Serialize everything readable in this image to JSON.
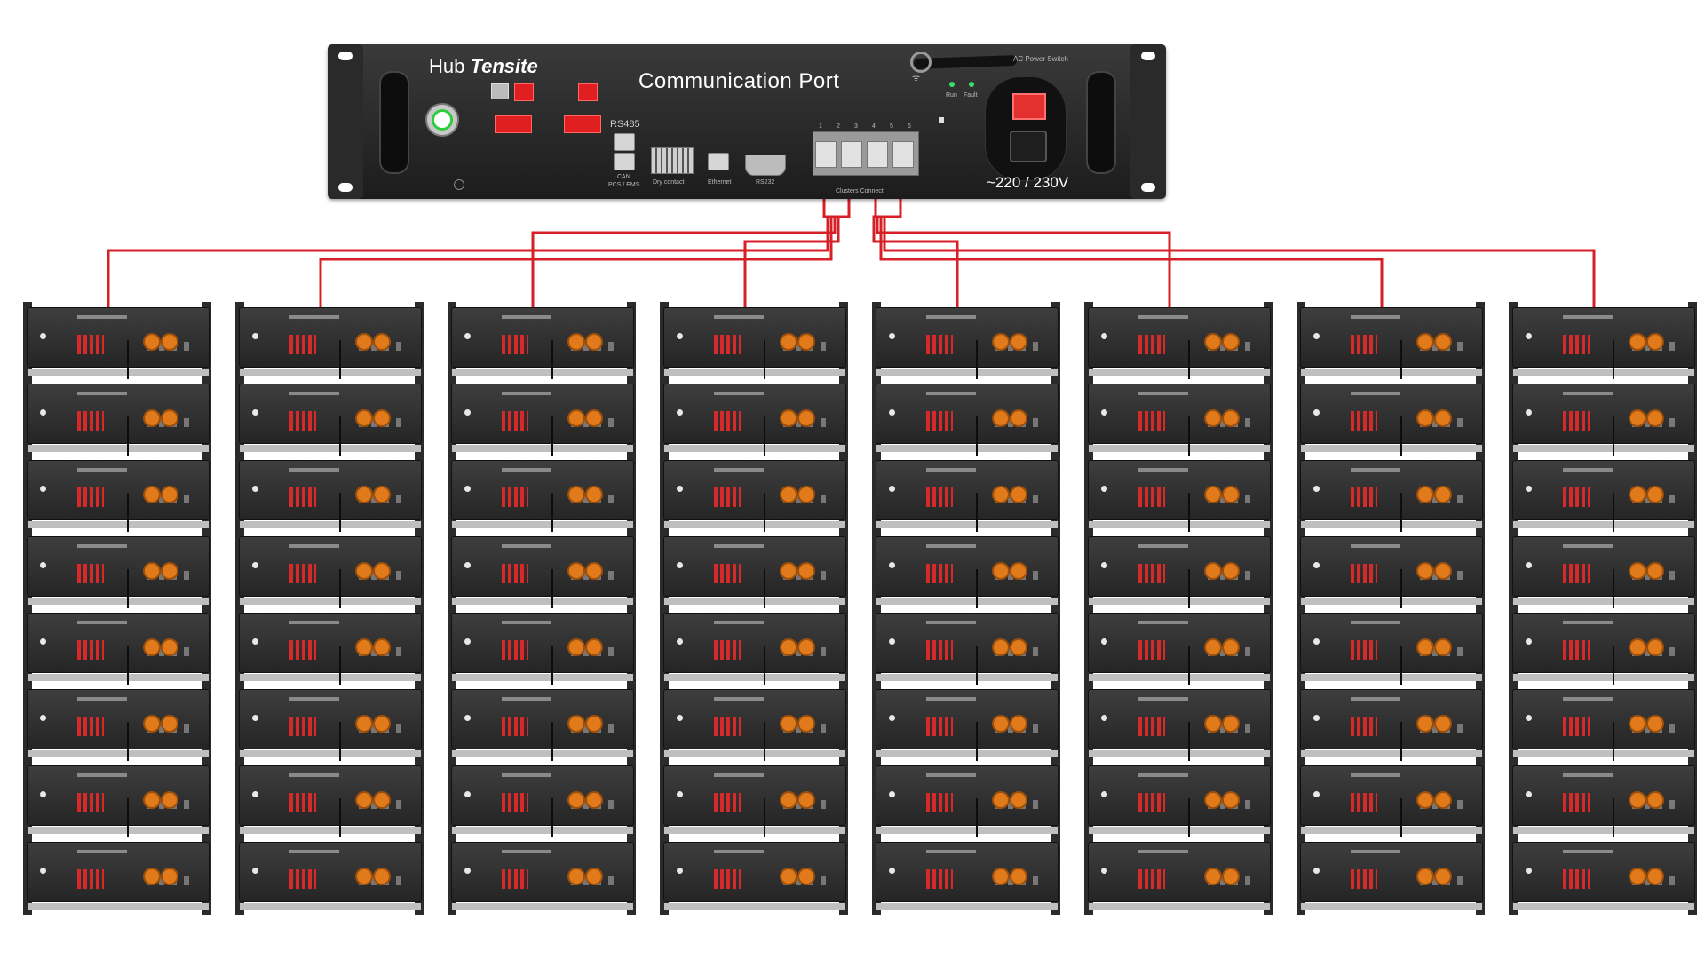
{
  "hub": {
    "brand_prefix": "Hub",
    "brand_name": "Tensite",
    "title": "Communication Port",
    "rs485_label": "RS485",
    "can_label": "CAN",
    "pcs_ems_label": "PCS / EMS",
    "dry_contact_label": "Dry contact",
    "ethernet_label": "Ethernet",
    "rs232_label": "RS232",
    "cluster_label": "Clusters Connect",
    "cluster_port_numbers": [
      "1",
      "2",
      "3",
      "4",
      "5",
      "6"
    ],
    "ac_switch_label": "AC Power Switch",
    "led_labels": [
      "Run",
      "Fault"
    ],
    "voltage": "~220 / 230V"
  },
  "colors": {
    "wire": "#d61f26",
    "panel": "#262626",
    "accent_red": "#e02020"
  },
  "racks": {
    "count": 8,
    "batteries_per_rack": 8
  }
}
